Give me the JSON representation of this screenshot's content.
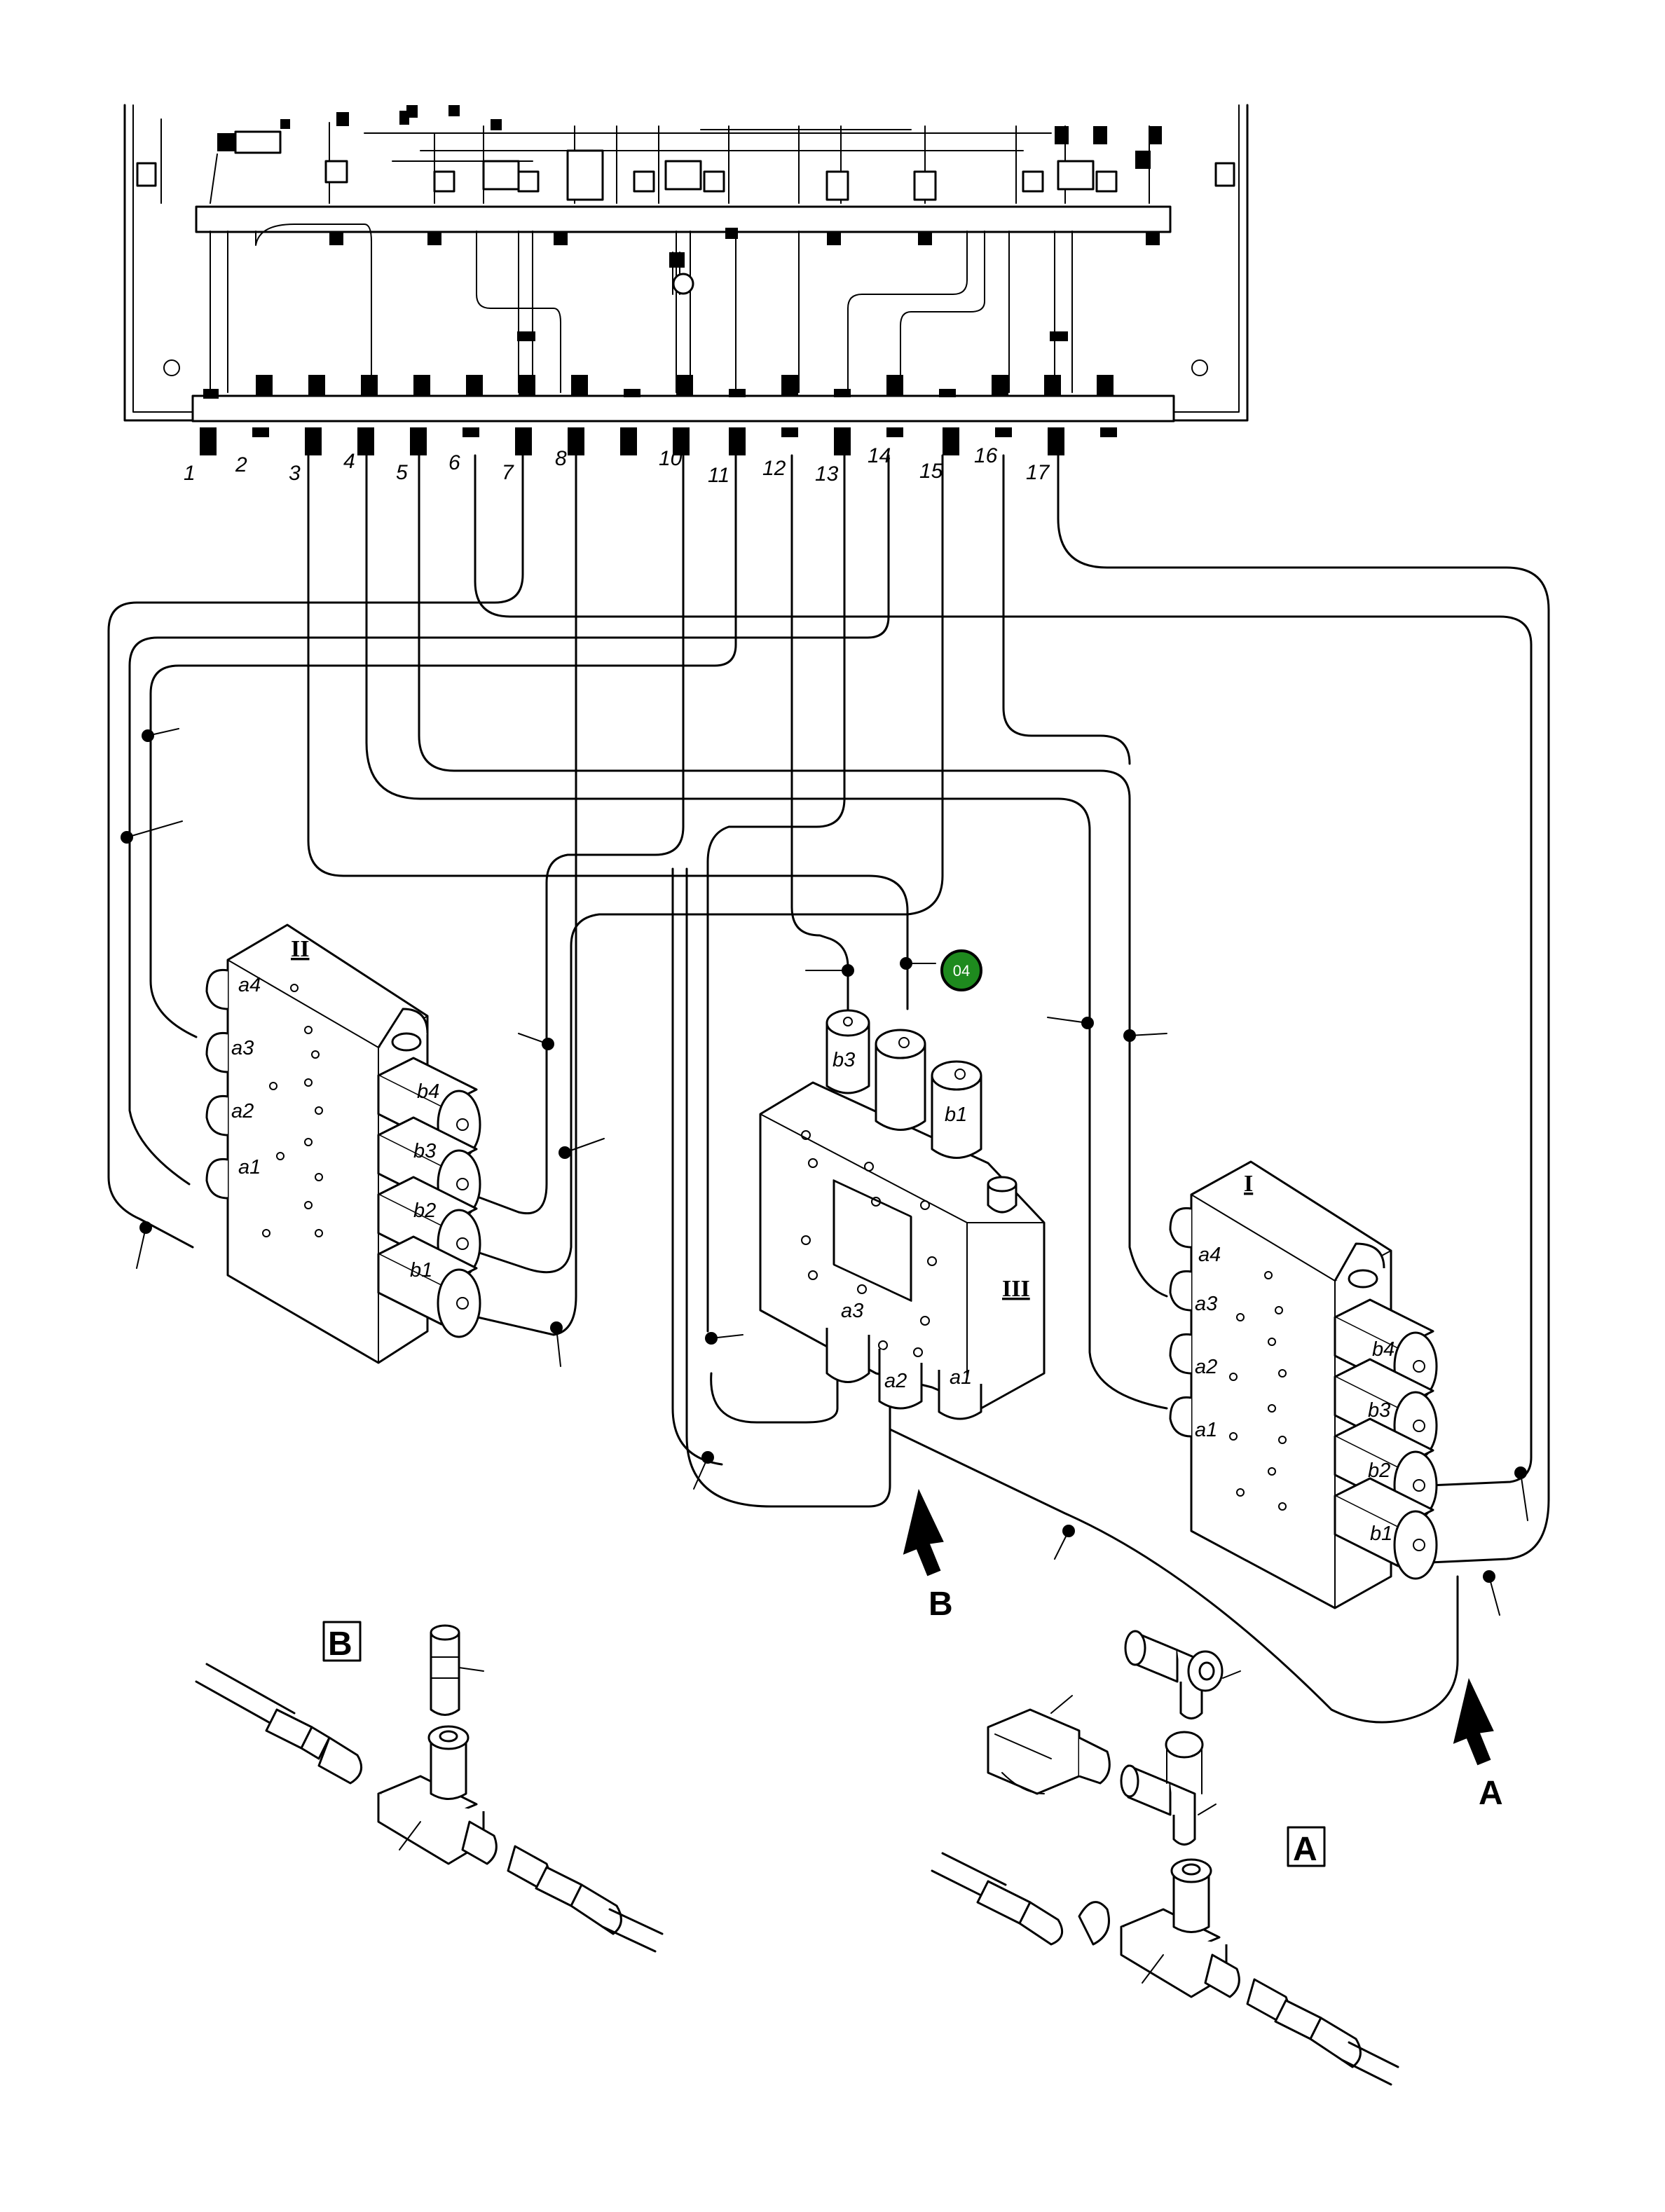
{
  "callout": {
    "label": "04",
    "color": "#1e8a1e"
  },
  "port_numbers": [
    "1",
    "2",
    "3",
    "4",
    "5",
    "6",
    "7",
    "8",
    "10",
    "11",
    "12",
    "13",
    "14",
    "15",
    "16",
    "17"
  ],
  "blocks": {
    "left": {
      "roman": "II",
      "a_ports": [
        "a4",
        "a3",
        "a2",
        "a1"
      ],
      "b_ports": [
        "b4",
        "b3",
        "b2",
        "b1"
      ]
    },
    "right": {
      "roman": "I",
      "a_ports": [
        "a4",
        "a3",
        "a2",
        "a1"
      ],
      "b_ports": [
        "b4",
        "b3",
        "b2",
        "b1"
      ]
    },
    "center": {
      "roman": "III",
      "top_ports": [
        "b3",
        "b1"
      ],
      "bottom_ports": [
        "a3",
        "a2",
        "a1"
      ]
    }
  },
  "views": {
    "arrow_a": "A",
    "arrow_b": "B",
    "detail_a": "A",
    "detail_b": "B"
  }
}
